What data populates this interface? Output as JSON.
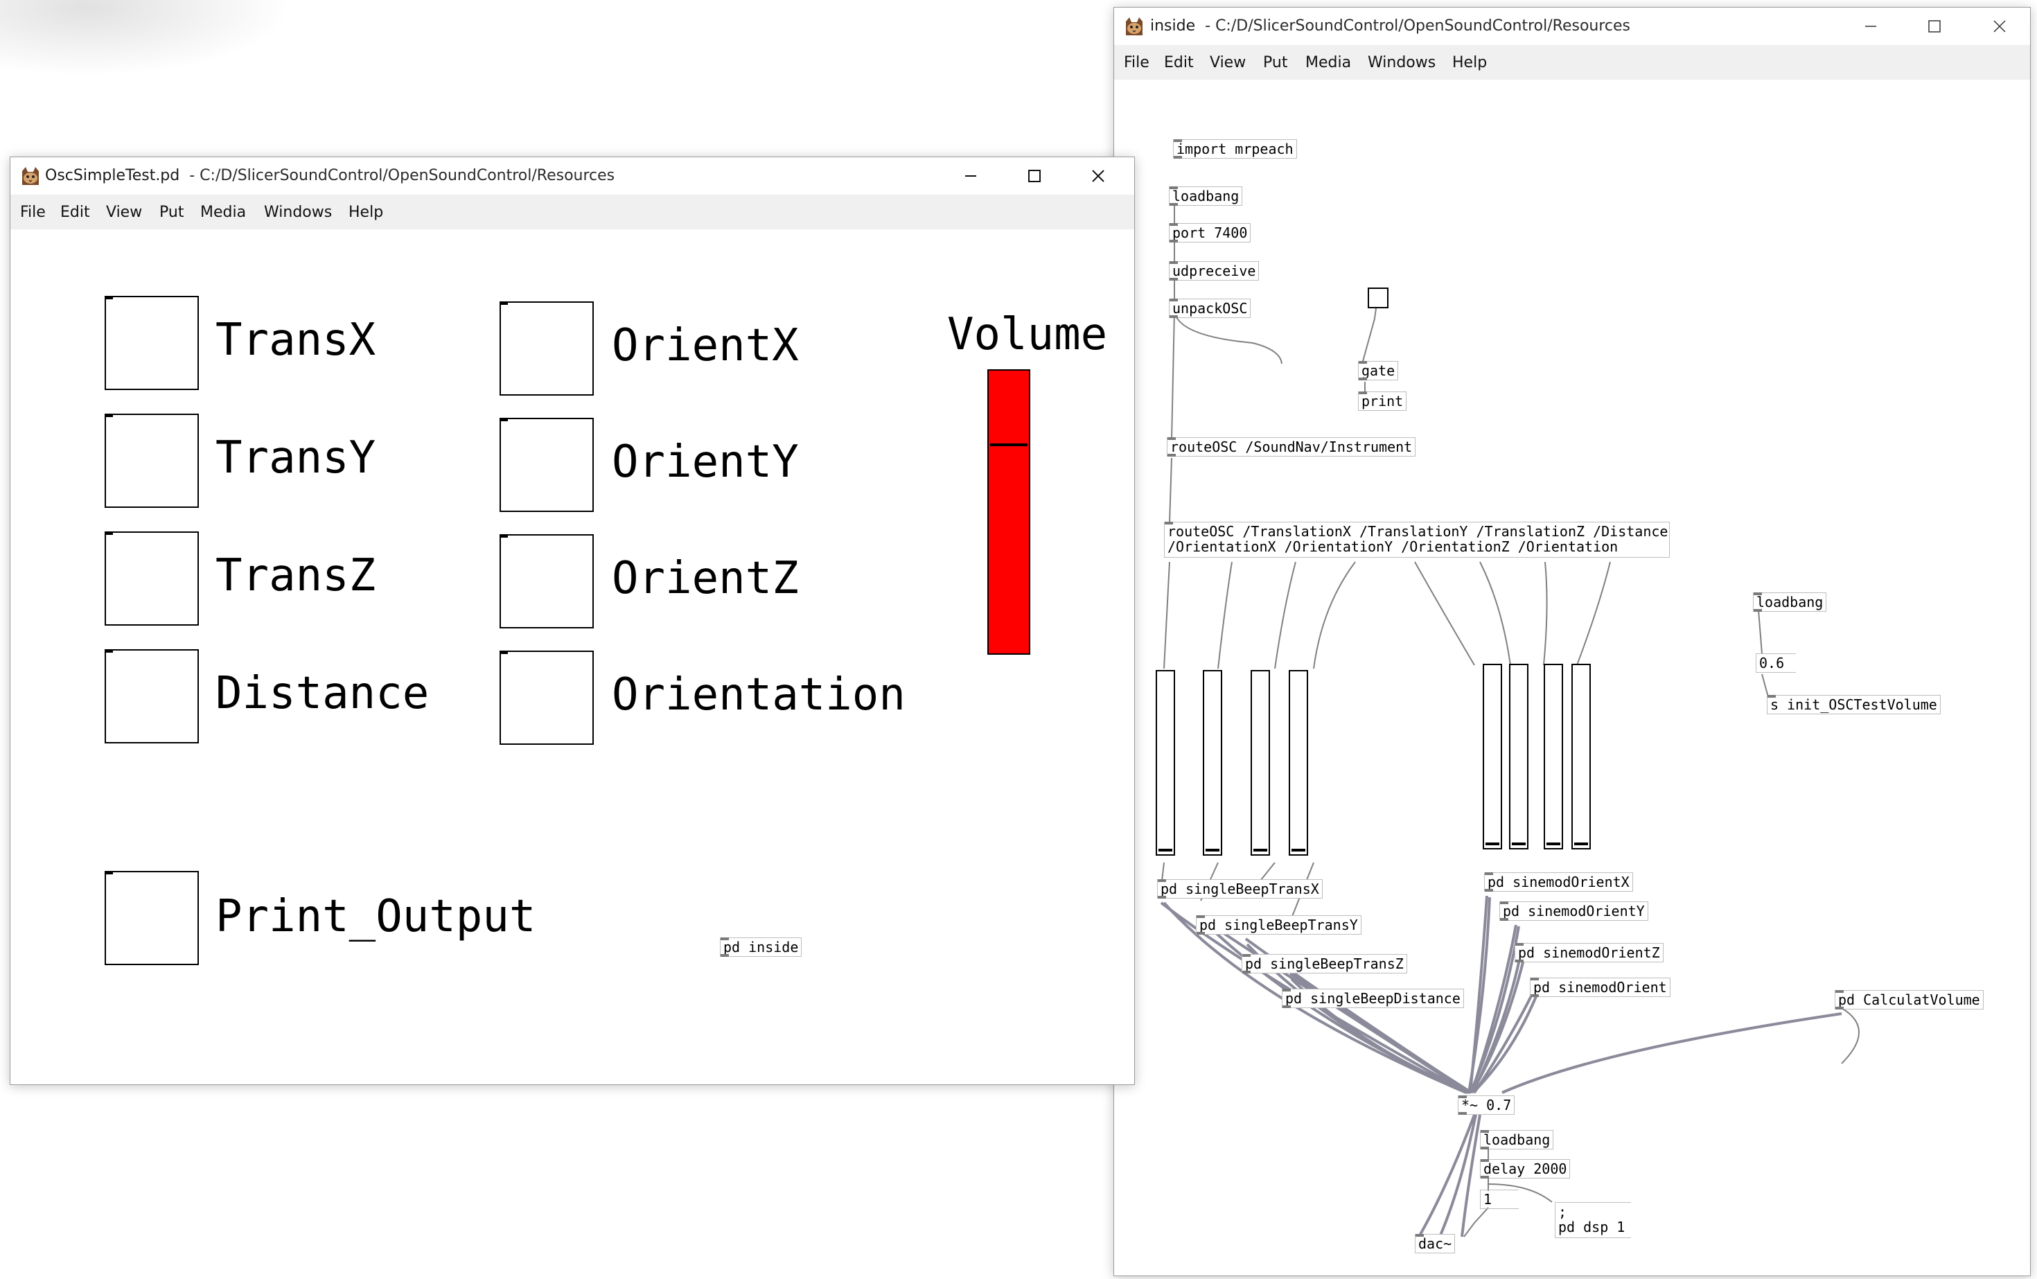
{
  "left_window": {
    "title": "OscSimpleTest.pd",
    "path": "- C:/D/SlicerSoundControl/OpenSoundControl/Resources",
    "menu": [
      "File",
      "Edit",
      "View",
      "Put",
      "Media",
      "Windows",
      "Help"
    ],
    "toggles": {
      "transx": "TransX",
      "transy": "TransY",
      "transz": "TransZ",
      "distance": "Distance",
      "orientx": "OrientX",
      "orienty": "OrientY",
      "orientz": "OrientZ",
      "orientation": "Orientation",
      "print_output": "Print_Output"
    },
    "volume_label": "Volume",
    "volume_color": "#ff0000",
    "volume_level": 0.74,
    "subpatch": "pd inside"
  },
  "right_window": {
    "title": "inside",
    "path": "- C:/D/SlicerSoundControl/OpenSoundControl/Resources",
    "menu": [
      "File",
      "Edit",
      "View",
      "Put",
      "Media",
      "Windows",
      "Help"
    ],
    "objects": {
      "import": "import mrpeach",
      "loadbang1": "loadbang",
      "port": "port 7400",
      "udpreceive": "udpreceive",
      "unpack": "unpackOSC",
      "gate": "gate",
      "print": "print",
      "route1": "routeOSC /SoundNav/Instrument",
      "route2_line1": "routeOSC /TranslationX /TranslationY /TranslationZ /Distance",
      "route2_line2": "/OrientationX /OrientationY /OrientationZ /Orientation",
      "loadbang2": "loadbang",
      "number_06": "0.6",
      "send_volume": "s init_OSCTestVolume",
      "beep_x": "pd singleBeepTransX",
      "beep_y": "pd singleBeepTransY",
      "beep_z": "pd singleBeepTransZ",
      "beep_dist": "pd singleBeepDistance",
      "sine_x": "pd sinemodOrientX",
      "sine_y": "pd sinemodOrientY",
      "sine_z": "pd sinemodOrientZ",
      "sine_o": "pd sinemodOrient",
      "calc_volume": "pd CalculatVolume",
      "mult": "*~ 0.7",
      "loadbang3": "loadbang",
      "delay": "delay 2000",
      "one": "1",
      "msg_line1": ";",
      "msg_line2": "pd dsp 1",
      "dac": "dac~"
    }
  },
  "icons": [
    "pd-cat-icon",
    "minimize-icon",
    "maximize-icon",
    "close-icon"
  ]
}
